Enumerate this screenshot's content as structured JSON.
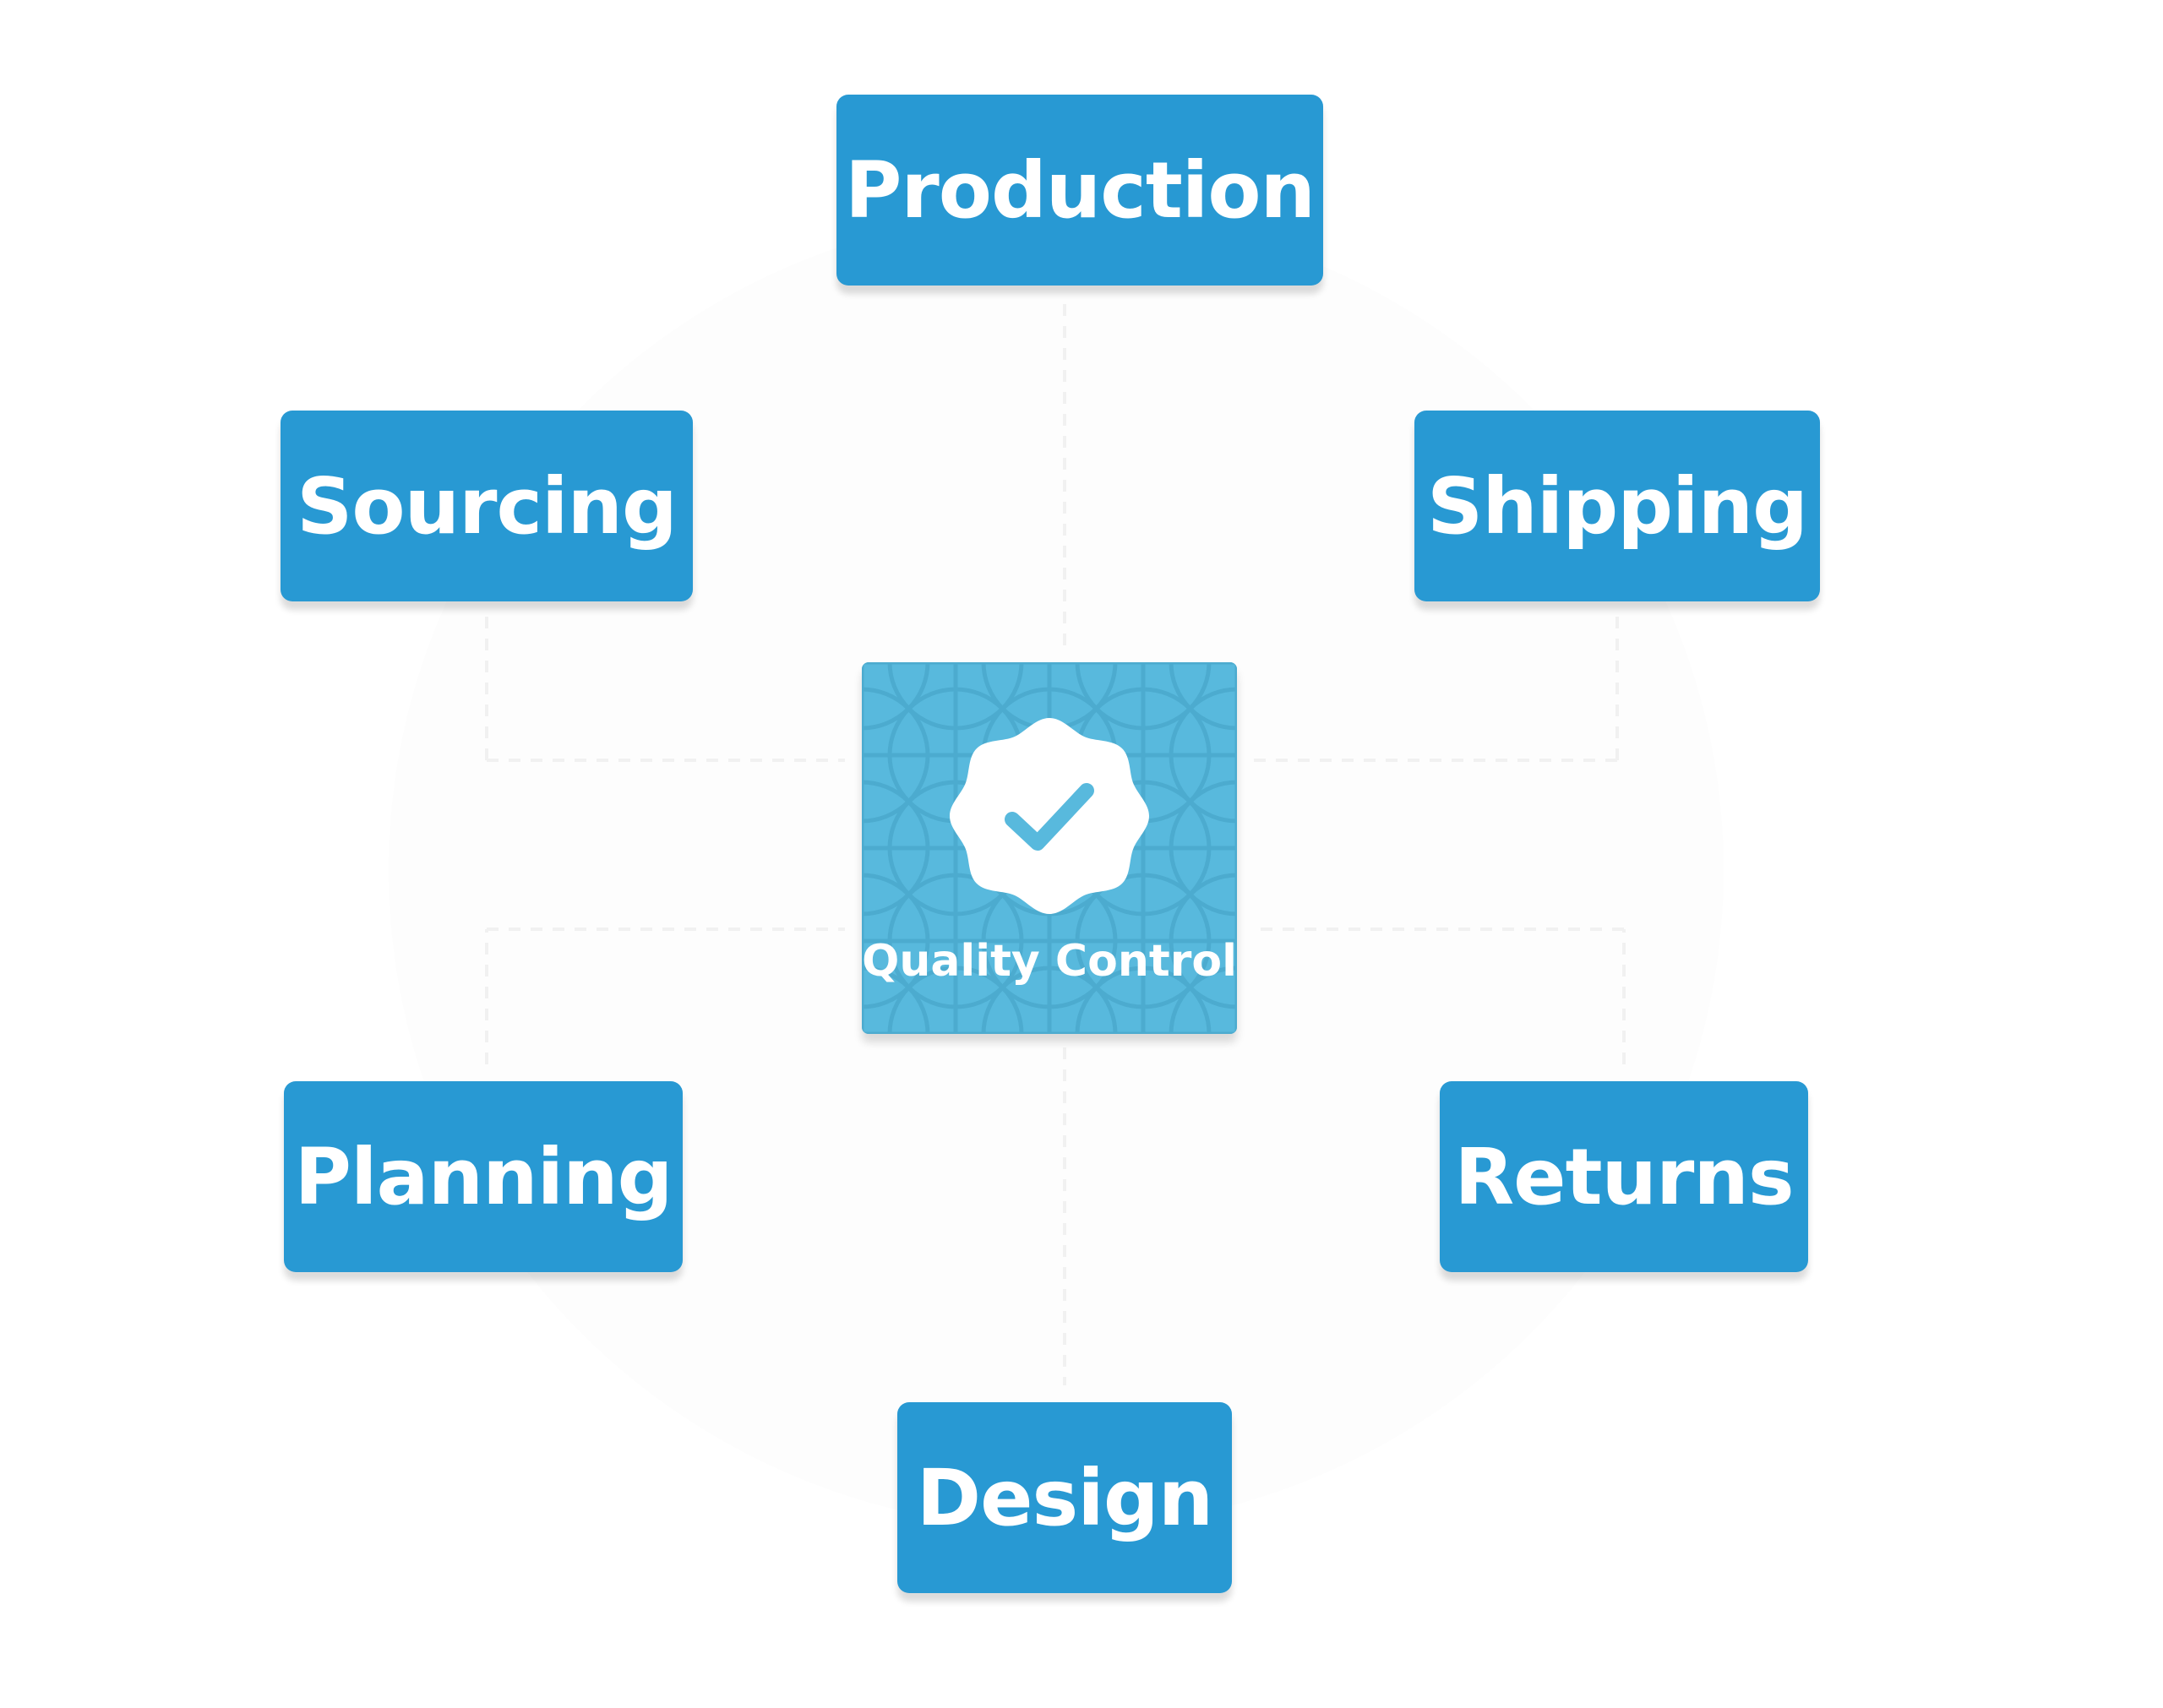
{
  "diagram": {
    "hub": {
      "label": "Quality Control",
      "icon": "verified-badge-check-icon"
    },
    "nodes": {
      "production": "Production",
      "sourcing": "Sourcing",
      "shipping": "Shipping",
      "planning": "Planning",
      "returns": "Returns",
      "design": "Design"
    },
    "colors": {
      "node_fill": "#2899d3",
      "hub_fill": "#58b9dd",
      "text": "#ffffff"
    }
  }
}
